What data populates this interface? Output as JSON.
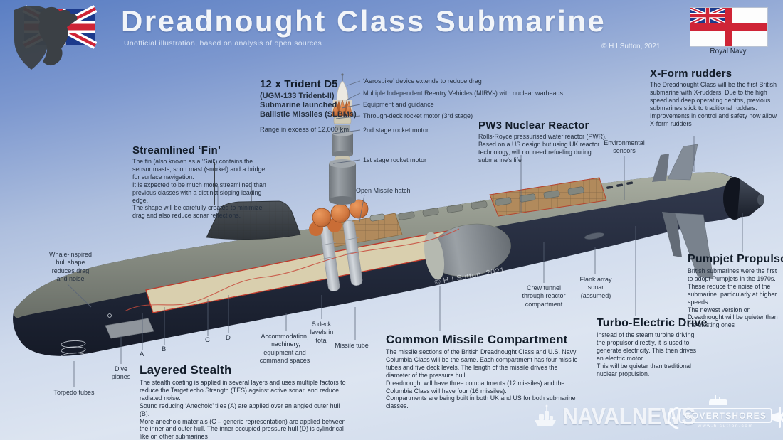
{
  "header": {
    "title": "Dreadnought Class Submarine",
    "subtitle": "Unofficial illustration, based on analysis of open sources",
    "copyright": "© H I Sutton, 2021",
    "royal_navy_label": "Royal Navy"
  },
  "icons": {
    "top_left": "lion-crest-on-union-jack",
    "top_right": "white-ensign-flag",
    "footer_left": "ship-icon",
    "footer_right": "submarine-icon"
  },
  "sections": {
    "trident": {
      "title": "12 x Trident D5",
      "body": "(UGM-133 Trident-II)\nSubmarine launched\nBallistic Missiles (SLBMs)",
      "range": "Range in excess of 12,000 km"
    },
    "fin": {
      "title": "Streamlined ‘Fin’",
      "body": "The fin (also known as a ‘Sail’) contains the sensor masts, snort mast (snorkel) and a bridge for surface navigation.\nIt is expected to be much more streamlined than previous classes with a distinct sloping leading edge.\nThe shape will be carefully created to minimize drag and also reduce sonar reflections."
    },
    "reactor": {
      "title": "PW3 Nuclear Reactor",
      "body": "Rolls-Royce pressurised water reactor (PWR).\nBased on a US design but using UK reactor technology, will not need refueling during submarine's life"
    },
    "rudders": {
      "title": "X-Form rudders",
      "body": "The Dreadnought Class will be the first British submarine with X-rudders. Due to the high speed and deep operating depths, previous submarines stick to traditional rudders.\nImprovements in control and safety now allow X-form rudders"
    },
    "pumpjet": {
      "title": "Pumpjet Propulsor",
      "body": "British submarines were the first to adopt Pumpjets in the 1970s. These reduce the noise of the submarine, particularly at higher speeds.\nThe newest version on Dreadnought will be quieter than the existing ones"
    },
    "turbo": {
      "title": "Turbo-Electric Drive",
      "body": "Instead of the steam turbine driving the propulsor directly, it is used to generate electricity. This then drives an electric motor.\nThis will be quieter than traditional nuclear propulsion."
    },
    "cmc": {
      "title": "Common Missile Compartment",
      "body": "The missile sections of the British Dreadnought Class and U.S. Navy Columbia Class will be the same. Each compartment has four missile tubes and five deck levels. The length of the missile drives the diameter of the pressure hull.\nDreadnought will have three compartments (12 missiles) and the Columbia Class will have four (16 missiles).\nCompartments are being built in both UK and US for both submarine classes."
    },
    "stealth": {
      "title": "Layered Stealth",
      "body": "The stealth coating is applied in several layers and uses multiple factors to reduce the Target echo Strength (TES) against active sonar, and reduce radiated noise.\nSound reducing ‘Anechoic’ tiles (A) are applied over an angled outer hull (B).\nMore anechoic materials (C – generic representation) are applied between the inner and outer hull. The inner occupied pressure hull (D) is cylindrical like on other submarines"
    }
  },
  "missile_callouts": [
    "‘Aerospike’ device extends to reduce drag",
    "Multiple Independent Reentry Vehicles (MIRVs) with nuclear warheads",
    "Equipment and guidance",
    "Through-deck rocket motor (3rd stage)",
    "2nd stage rocket motor",
    "1st stage rocket motor",
    "Open Missile hatch"
  ],
  "labels": {
    "environmental": "Environmental\nsensors",
    "whale": "Whale-inspired\nhull shape\nreduces drag\nand noise",
    "dive_planes": "Dive\nplanes",
    "torpedo_tubes": "Torpedo tubes",
    "crew_tunnel": "Crew tunnel\nthrough reactor\ncompartment",
    "flank_array": "Flank array\nsonar\n(assumed)",
    "accommodation": "Accommodation,\nmachinery,\nequipment  and\ncommand spaces",
    "deck_levels": "5 deck\nlevels in\ntotal",
    "missile_tube": "Missile  tube",
    "letters": [
      "A",
      "B",
      "C",
      "D"
    ]
  },
  "watermark": "© H I Sutton, 2021",
  "footer": {
    "navalnews": "NAVALNEWS",
    "covertshores": "COVERTSHORES",
    "url": "www.hisutton.com"
  },
  "colors": {
    "background_top": "#5a7ec3",
    "background_bottom": "#ccd8ea",
    "hull_dark": "#1f2637",
    "hull_top": "#8e948b",
    "cutaway_tan": "#d9cfae",
    "copper_grid": "#b18a5c",
    "missile_orange": "#d0773f",
    "cutaway_outline_red": "#c0392b",
    "text": "#232e3e",
    "title_white": "#f2f5f9"
  }
}
